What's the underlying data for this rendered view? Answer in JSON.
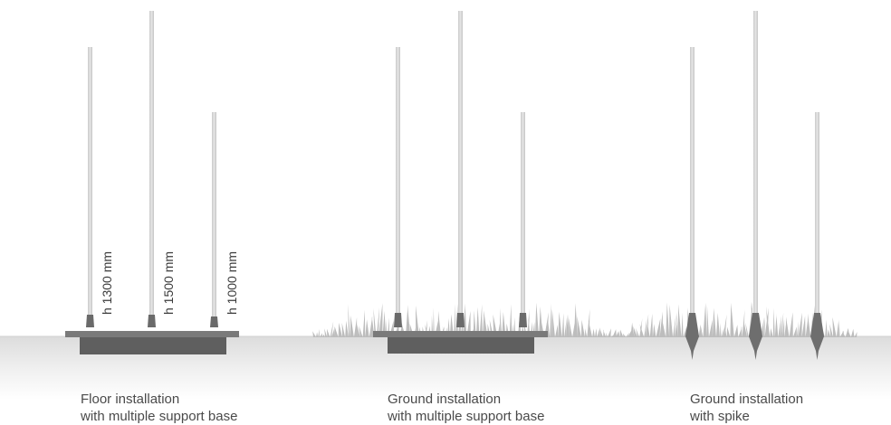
{
  "panels": [
    {
      "caption_line1": "Floor installation",
      "caption_line2": "with multiple support base"
    },
    {
      "caption_line1": "Ground installation",
      "caption_line2": "with multiple support base"
    },
    {
      "caption_line1": "Ground installation",
      "caption_line2": "with spike"
    }
  ],
  "height_labels": {
    "h1300": "h 1300 mm",
    "h1500": "h 1500 mm",
    "h1000": "h 1000 mm"
  },
  "colors": {
    "pole": "#d6d6d6",
    "pole_edge": "#bdbdbd",
    "base_plate": "#7a7a7a",
    "base_block": "#5f5f5f",
    "grass": "#b8b8b8",
    "ground_shadow": "#e9e9e9",
    "spike": "#6e6e6e"
  }
}
